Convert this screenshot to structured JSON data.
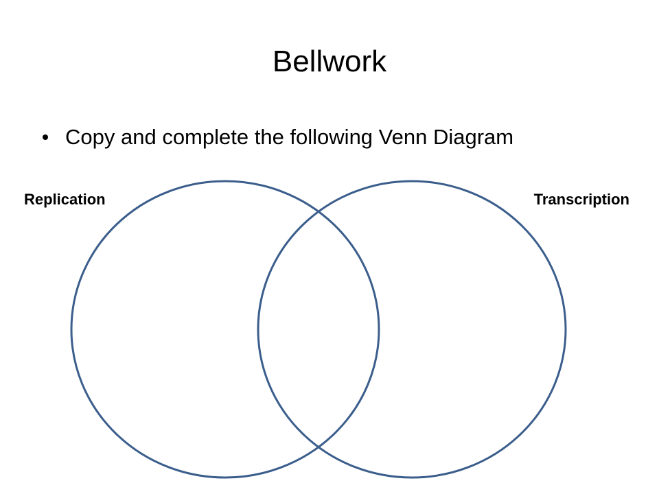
{
  "slide": {
    "title": "Bellwork",
    "bullets": [
      {
        "text": "Copy and complete the following Venn Diagram"
      }
    ]
  },
  "venn": {
    "sets": [
      {
        "label": "Replication"
      },
      {
        "label": "Transcription"
      }
    ],
    "outline_color": "#3B5E8C"
  }
}
